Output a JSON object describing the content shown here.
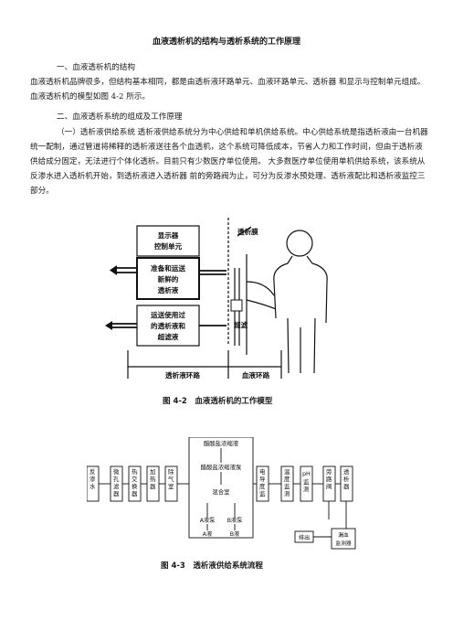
{
  "title": "血液透析机的结构与透析系统的工作原理",
  "sections": {
    "h1": "一、血液透析机的结构",
    "p1": "血液透析机品牌很多，但结构基本相同，都是由透析液环路单元、血液环路单元、透析器 和显示与控制单元组成。血液透析机的模型如图 4-2 所示。",
    "h2": "二、血液透析系统的组成及工作原理",
    "p2": "（一）透析液供给系统 透析液供给系统分为中心供给和单机供给系统。中心供给系统是指透析液由一台机器 统一配制，通过管道将稀释的透析液送往各个血透机，这个系统可降低成本，节省人力和工作时间，但由于透析液供给成分固定，无法进行个体化透析。目前只有少数医疗单位使用。 大多数医疗单位使用单机供给系统，该系统从反渗水进入透析机开始，到透析液进入透析器 前的旁路阀为止，可分为反渗水预处理、透析液配比和透析液监控三部分。"
  },
  "fig42": {
    "box_display": "显示器\n控制单元",
    "box_prepare": "准备和运送\n新鲜的\n透析液",
    "box_transport": "运送使用过\n的透析液和\n超滤液",
    "membrane": "透析膜",
    "ultrafiltration": "超滤",
    "dialysate_loop": "透析液环路",
    "blood_loop": "血液环路",
    "caption": "图 4-2　血液透析机的工作模型"
  },
  "fig43": {
    "ro_water": "反渗水",
    "micro_filter": "微孔滤器",
    "heat_exchanger": "热交换器",
    "heater": "加热器",
    "degas": "除气室",
    "acetate_conc": "醋酸盐浓缩液",
    "acetate_pump": "醋酸盐浓缩液泵",
    "mixing": "混合室",
    "a_pump": "A液泵",
    "b_pump": "B液泵",
    "a_liquid": "A液",
    "b_liquid": "B液",
    "conductivity": "电导度监测",
    "temperature": "温度监测",
    "ph": "pH监测",
    "bypass": "旁路阀",
    "dialyzer": "透析器",
    "drain": "排出",
    "leak_detector": "漏血监测器",
    "caption": "图 4-3　透析液供给系统流程"
  }
}
